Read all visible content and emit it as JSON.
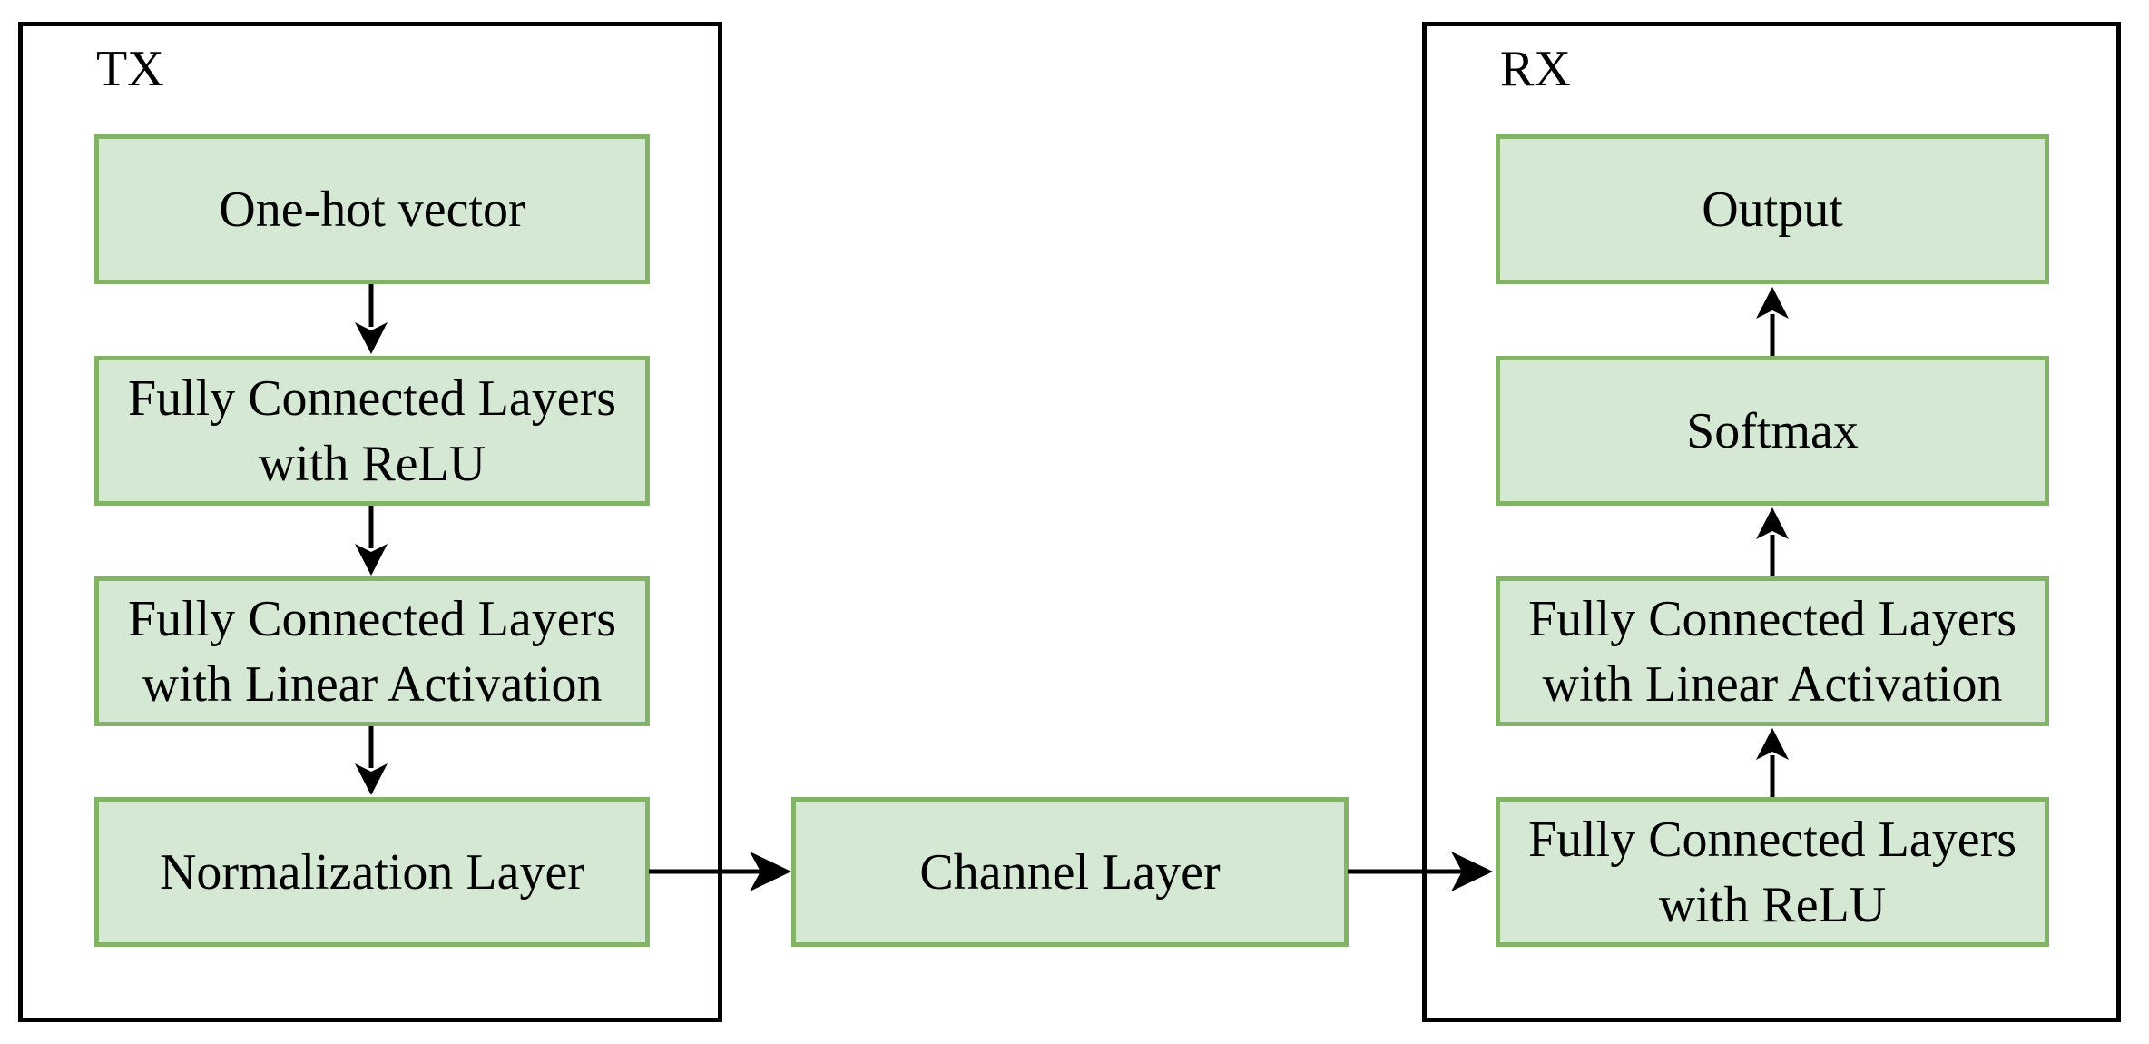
{
  "tx": {
    "label": "TX",
    "boxes": [
      {
        "lines": [
          "One-hot vector"
        ]
      },
      {
        "lines": [
          "Fully Connected Layers",
          "with ReLU"
        ]
      },
      {
        "lines": [
          "Fully Connected Layers",
          "with Linear Activation"
        ]
      },
      {
        "lines": [
          "Normalization Layer"
        ]
      }
    ]
  },
  "channel": {
    "lines": [
      "Channel Layer"
    ]
  },
  "rx": {
    "label": "RX",
    "boxes": [
      {
        "lines": [
          "Output"
        ]
      },
      {
        "lines": [
          "Softmax"
        ]
      },
      {
        "lines": [
          "Fully Connected Layers",
          "with Linear Activation"
        ]
      },
      {
        "lines": [
          "Fully Connected Layers",
          "with ReLU"
        ]
      }
    ]
  },
  "colors": {
    "box_fill": "#d5e8d4",
    "box_border": "#82b366",
    "container_border": "#000000",
    "arrow": "#000000",
    "background": "#ffffff",
    "text": "#000000"
  }
}
